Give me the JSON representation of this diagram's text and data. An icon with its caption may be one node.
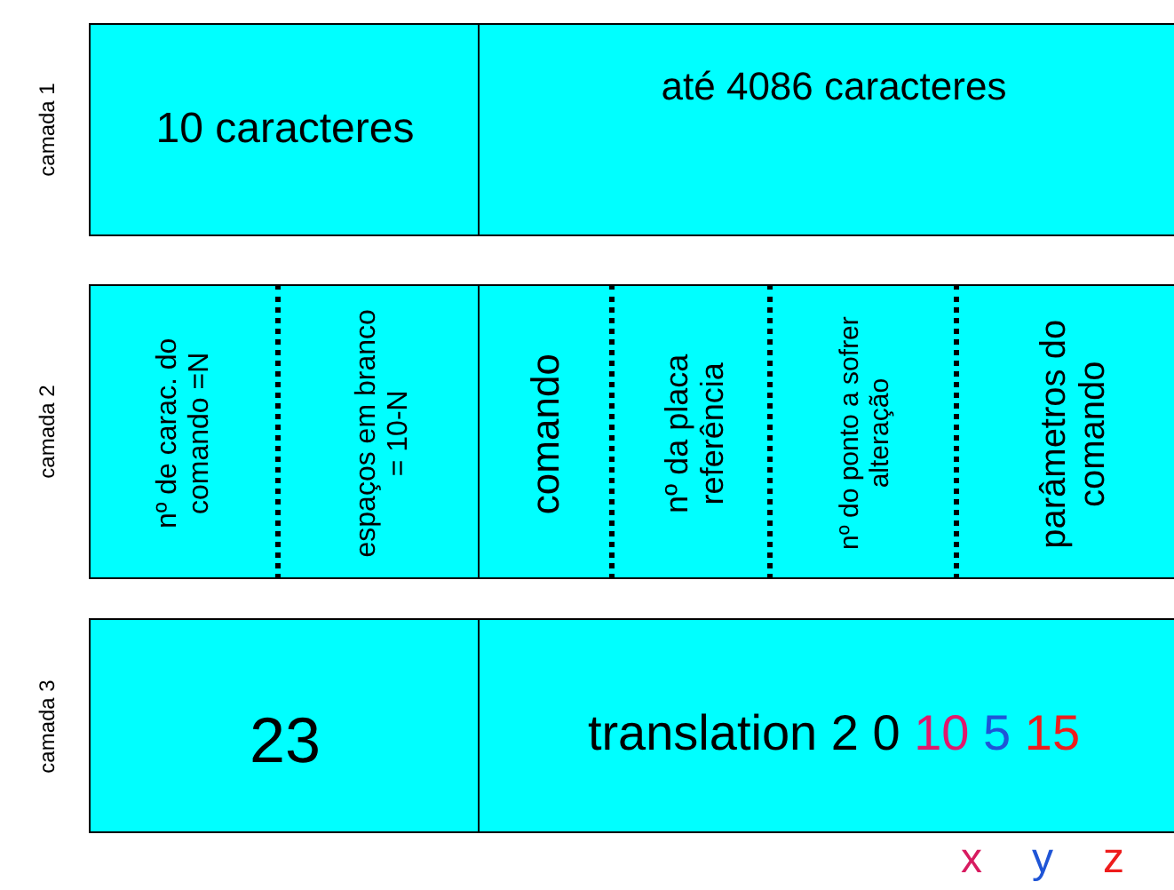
{
  "diagram": {
    "nodes": [
      {
        "text": [
          "10 caracteres"
        ]
      },
      {
        "text": [
          "até 4086 caracteres"
        ]
      },
      {
        "text": [
          "nº de carac. do comando =N"
        ]
      },
      {
        "text": [
          "espaços em branco = 10-N"
        ]
      },
      {
        "text": [
          "comando"
        ]
      },
      {
        "text": [
          "nº da placa referência"
        ]
      },
      {
        "text": [
          "nº do ponto a sofrer alteração"
        ]
      },
      {
        "text": [
          "parâmetros do comando"
        ]
      },
      {
        "text": [
          "23"
        ]
      },
      {
        "text": [
          "translation 2 0",
          "10",
          "5",
          "15"
        ]
      }
    ],
    "labels": [
      "camada 1",
      "camada 2",
      "camada 3",
      "x",
      "y",
      "z"
    ]
  }
}
